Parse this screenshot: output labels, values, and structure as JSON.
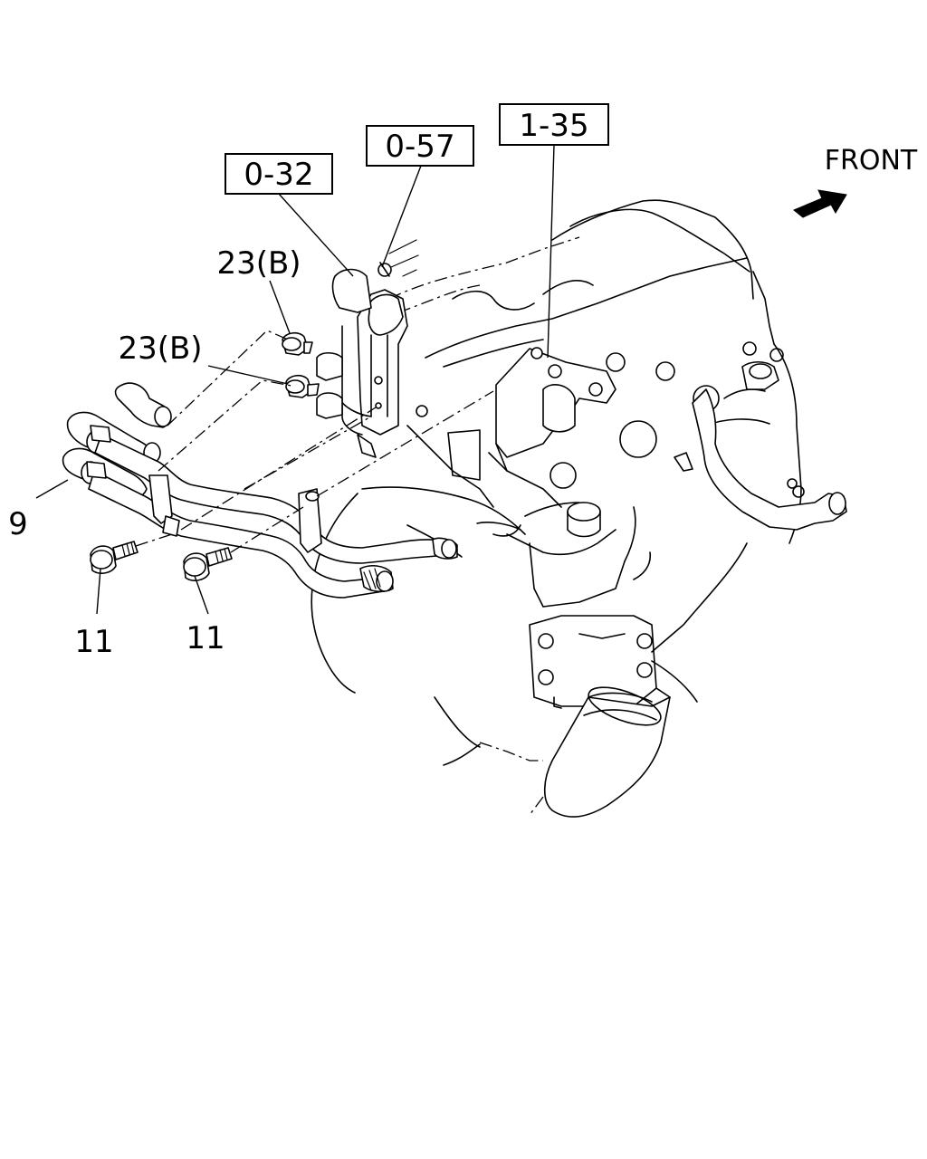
{
  "refs": {
    "r0_32": "0-32",
    "r0_57": "0-57",
    "r1_35": "1-35"
  },
  "callouts": {
    "c23b_upper": "23(B)",
    "c23b_lower": "23(B)",
    "c9": "9",
    "c11_left": "11",
    "c11_right": "11"
  },
  "direction": {
    "label": "FRONT",
    "icon": "arrow-front-icon"
  }
}
